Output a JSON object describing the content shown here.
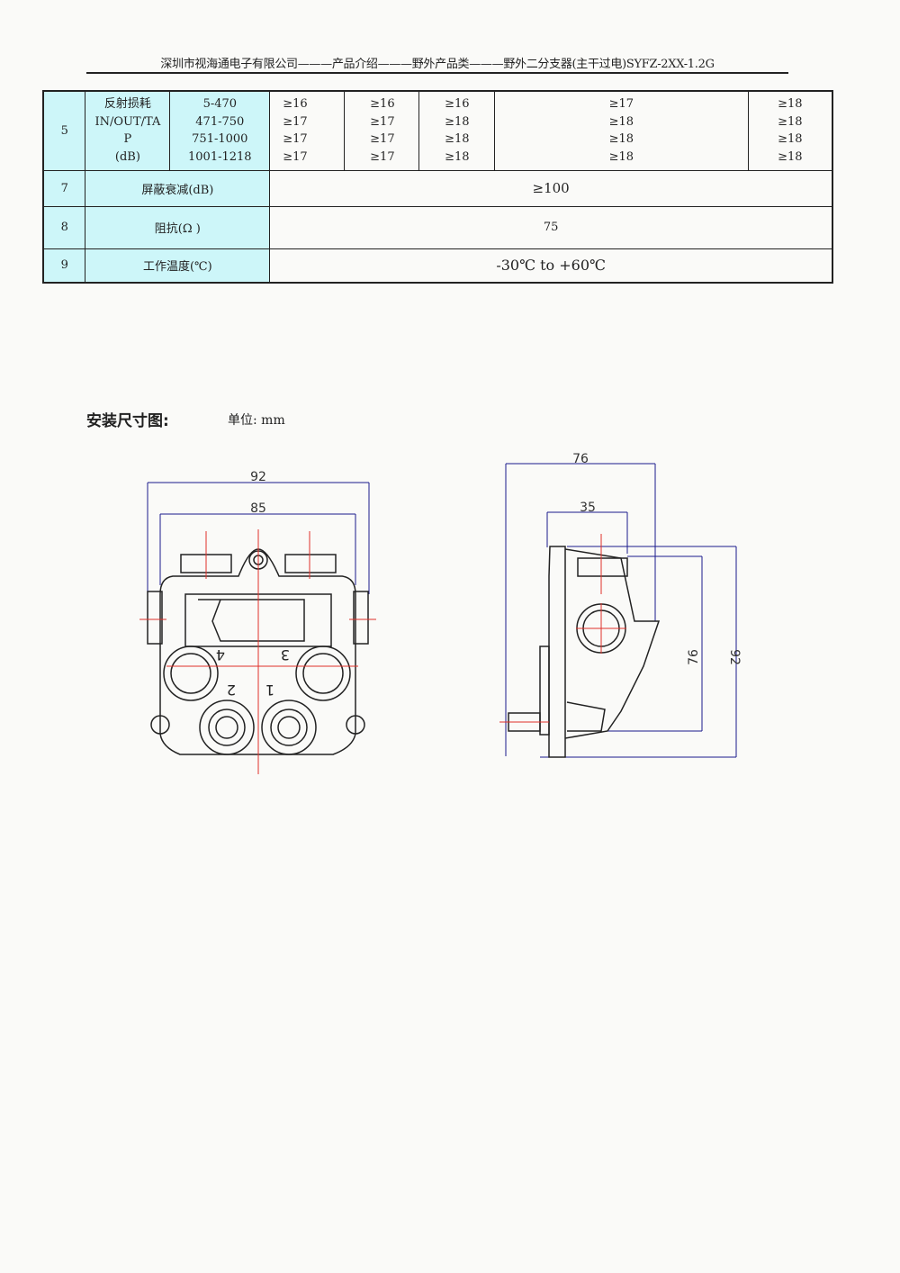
{
  "header": {
    "title": "深圳市视海通电子有限公司———产品介绍———野外产品类———野外二分支器(主干过电)SYFZ-2XX-1.2G"
  },
  "table": {
    "rows": [
      {
        "no": "5",
        "name_lines": [
          "反射损耗",
          "IN/OUT/TA",
          "P",
          "(dB)"
        ],
        "freq_lines": [
          "5-470",
          "471-750",
          "751-1000",
          "1001-1218"
        ],
        "cols": [
          [
            "≥16",
            "≥17",
            "≥17",
            "≥17"
          ],
          [
            "≥16",
            "≥17",
            "≥17",
            "≥17"
          ],
          [
            "≥16",
            "≥18",
            "≥18",
            "≥18"
          ],
          [
            "≥17",
            "≥18",
            "≥18",
            "≥18"
          ],
          [
            "≥18",
            "≥18",
            "≥18",
            "≥18"
          ]
        ]
      },
      {
        "no": "7",
        "name": "屏蔽衰减(dB)",
        "value": "≥100"
      },
      {
        "no": "8",
        "name": "阻抗(Ω )",
        "value": "75"
      },
      {
        "no": "9",
        "name": "工作温度(℃)",
        "value": "-30℃ to +60℃"
      }
    ]
  },
  "section": {
    "title": "安装尺寸图:",
    "unit": "单位: mm"
  },
  "drawing": {
    "front": {
      "width_outer": "92",
      "width_inner": "85",
      "ports": [
        "4",
        "3",
        "2",
        "1"
      ]
    },
    "side": {
      "depth": "76",
      "port_offset": "35",
      "height_inner": "76",
      "height_outer": "92"
    }
  },
  "colors": {
    "highlight": "#cdf6f9",
    "dimension": "#1a1a8c",
    "centerline": "#e0302a"
  }
}
